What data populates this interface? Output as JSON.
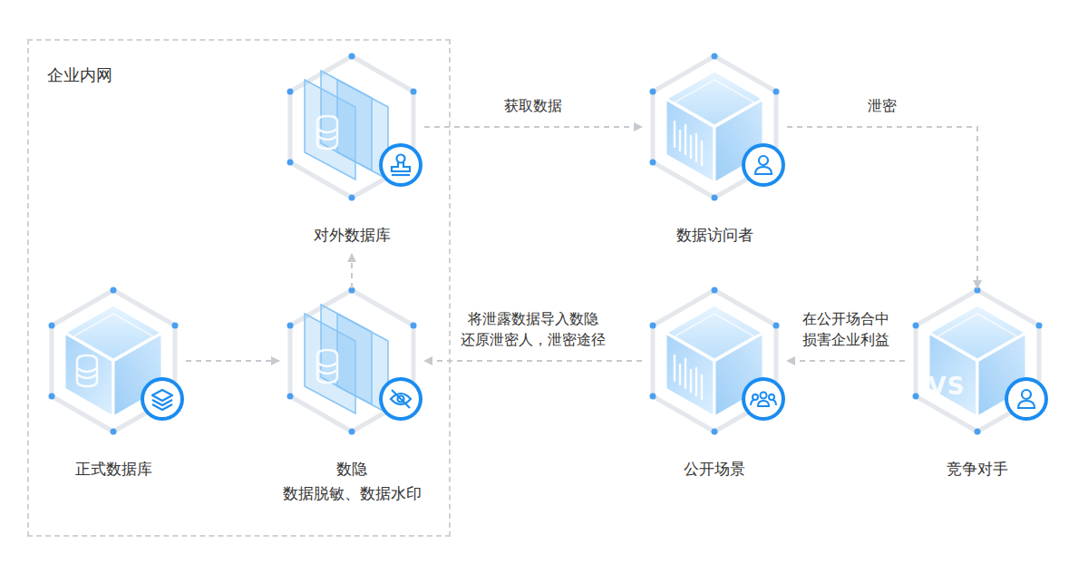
{
  "diagram": {
    "nodes": [
      {
        "text": [
          "企业内网"
        ]
      },
      {
        "text": [
          "对外数据库"
        ],
        "in": 0
      },
      {
        "text": [
          "正式数据库"
        ],
        "in": 0
      },
      {
        "text": [
          "数隐",
          "数据脱敏、数据水印"
        ],
        "in": 0
      },
      {
        "text": [
          "数据访问者"
        ]
      },
      {
        "text": [
          "公开场景"
        ]
      },
      {
        "text": [
          "竞争对手"
        ]
      }
    ],
    "edges": [
      {
        "from": 2,
        "to": 3,
        "arrow": "to"
      },
      {
        "from": 3,
        "to": 1,
        "arrow": "to"
      },
      {
        "from": 1,
        "to": 4,
        "arrow": "to",
        "label": "获取数据"
      },
      {
        "from": 4,
        "to": 6,
        "arrow": "to",
        "label": "泄密"
      },
      {
        "from": 6,
        "to": 5,
        "arrow": "to",
        "label": "在公开场合中 损害企业利益"
      },
      {
        "from": 5,
        "to": 3,
        "arrow": "to",
        "label": "将泄露数据导入数隐 还原泄密人，泄密途径"
      }
    ],
    "labels": [
      "VS"
    ]
  }
}
